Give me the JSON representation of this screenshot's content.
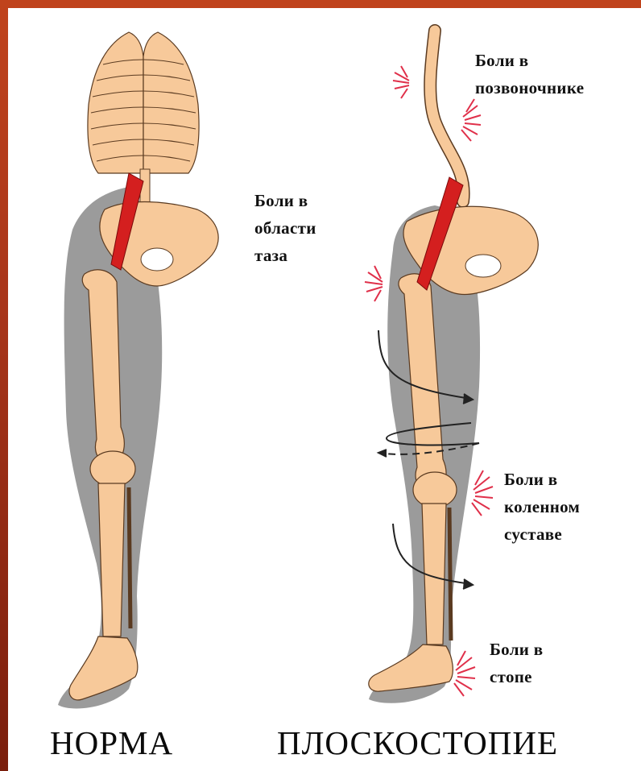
{
  "labels": {
    "spine": [
      "Боли в",
      "позвоночнике"
    ],
    "pelvis": [
      "Боли в",
      "области",
      "таза"
    ],
    "knee": [
      "Боли в",
      "коленном",
      "суставе"
    ],
    "foot": [
      "Боли в",
      "стопе"
    ]
  },
  "captions": {
    "normal": "НОРМА",
    "flatfoot": "ПЛОСКОСТОПИЕ"
  },
  "colors": {
    "frame": "#a8351a",
    "bone": "#f7c99a",
    "soft_tissue": "#9b9b9b",
    "muscle": "#d41f1f",
    "pain_marks": "#e0304a"
  }
}
